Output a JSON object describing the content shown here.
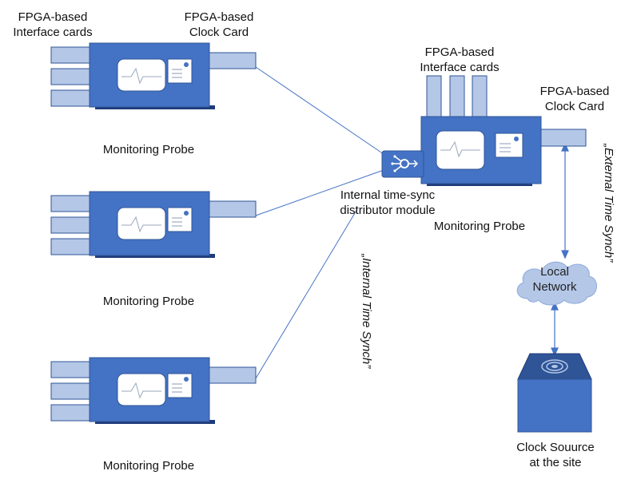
{
  "probes": [
    {
      "fpga_label_line1": "FPGA-based",
      "fpga_label_line2": "Interface cards",
      "clock_label_line1": "FPGA-based",
      "clock_label_line2": "Clock Card",
      "name": "Monitoring Probe"
    },
    {
      "name": "Monitoring Probe"
    },
    {
      "name": "Monitoring Probe"
    },
    {
      "fpga_label_line1": "FPGA-based",
      "fpga_label_line2": "Interface cards",
      "clock_label_line1": "FPGA-based",
      "clock_label_line2": "Clock Card",
      "name": "Monitoring Probe"
    }
  ],
  "distributor": {
    "line1": "Internal time-sync",
    "line2": "distributor module"
  },
  "internal_sync": "„Internal Time Synch”",
  "external_sync": "„External Time Synch”",
  "network": {
    "line1": "Local",
    "line2": "Network"
  },
  "clock_source": {
    "line1": "Clock Souurce",
    "line2": "at the site"
  },
  "colors": {
    "device": "#4472C4",
    "device_dark": "#1F3A7A",
    "card": "#B4C7E7",
    "card_stroke": "#2F5597",
    "line": "#4472C4"
  }
}
